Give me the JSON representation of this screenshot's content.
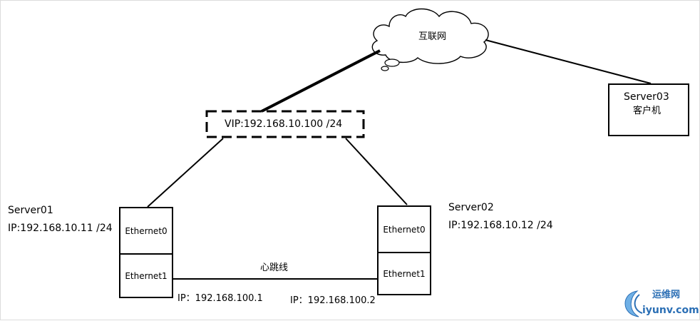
{
  "cloud": {
    "label": "互联网"
  },
  "vip": {
    "label": "VIP:192.168.10.100 /24"
  },
  "server01": {
    "name": "Server01",
    "ip": "IP:192.168.10.11 /24",
    "eth0": "Ethernet0",
    "eth1": "Ethernet1",
    "heartbeat_ip": "IP：192.168.100.1"
  },
  "server02": {
    "name": "Server02",
    "ip": "IP:192.168.10.12 /24",
    "eth0": "Ethernet0",
    "eth1": "Ethernet1",
    "heartbeat_ip": "IP：192.168.100.2"
  },
  "server03": {
    "name": "Server03",
    "role": "客户机"
  },
  "heartbeat": {
    "label": "心跳线"
  },
  "watermark": {
    "name": "运维网",
    "domain": "iyunv.com",
    "color": "#2b6fb5"
  }
}
